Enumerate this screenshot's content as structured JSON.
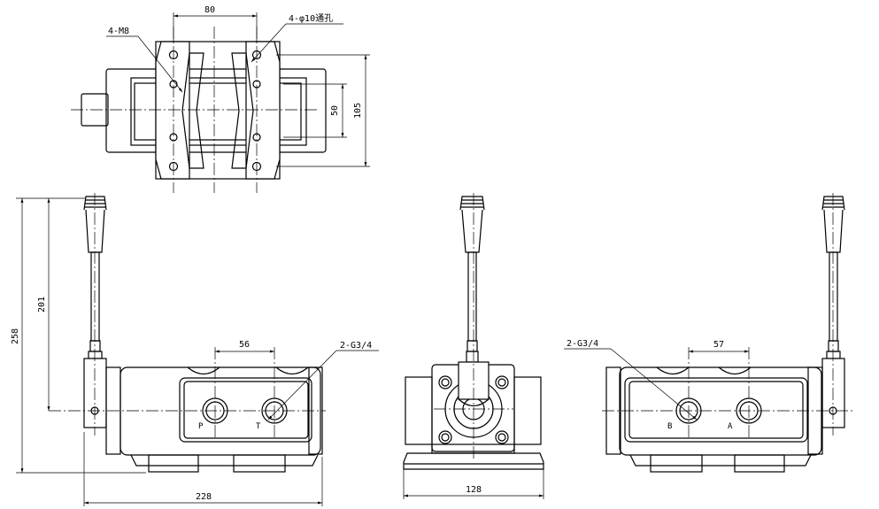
{
  "top_view": {
    "dim_width": "80",
    "callout_threads": "4-M8",
    "callout_holes": "4-φ10通孔",
    "dim_inner_height": "50",
    "dim_outer_height": "105"
  },
  "front_view": {
    "dim_total_height": "258",
    "dim_handle_height": "201",
    "dim_port_spacing": "56",
    "callout_ports": "2-G3/4",
    "port_p": "P",
    "port_t": "T",
    "dim_length": "228"
  },
  "side_view": {
    "dim_width": "128"
  },
  "rear_view": {
    "callout_ports": "2-G3/4",
    "dim_port_spacing": "57",
    "port_b": "B",
    "port_a": "A"
  }
}
